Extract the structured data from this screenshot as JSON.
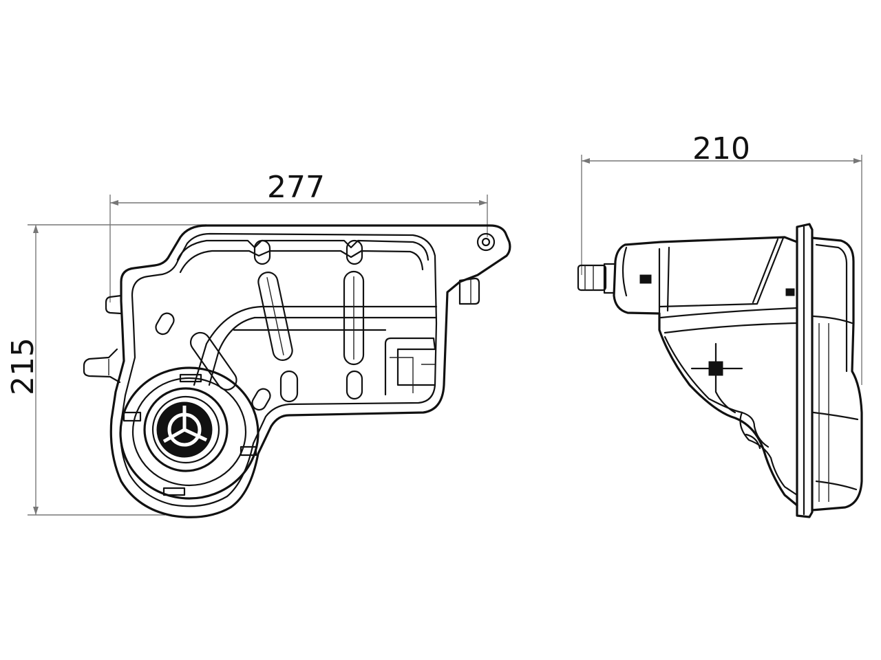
{
  "dimensions": {
    "width_front": "277",
    "height_front": "215",
    "width_side": "210"
  },
  "colors": {
    "line": "#111111",
    "dimension_line": "#777777",
    "background": "#ffffff"
  }
}
